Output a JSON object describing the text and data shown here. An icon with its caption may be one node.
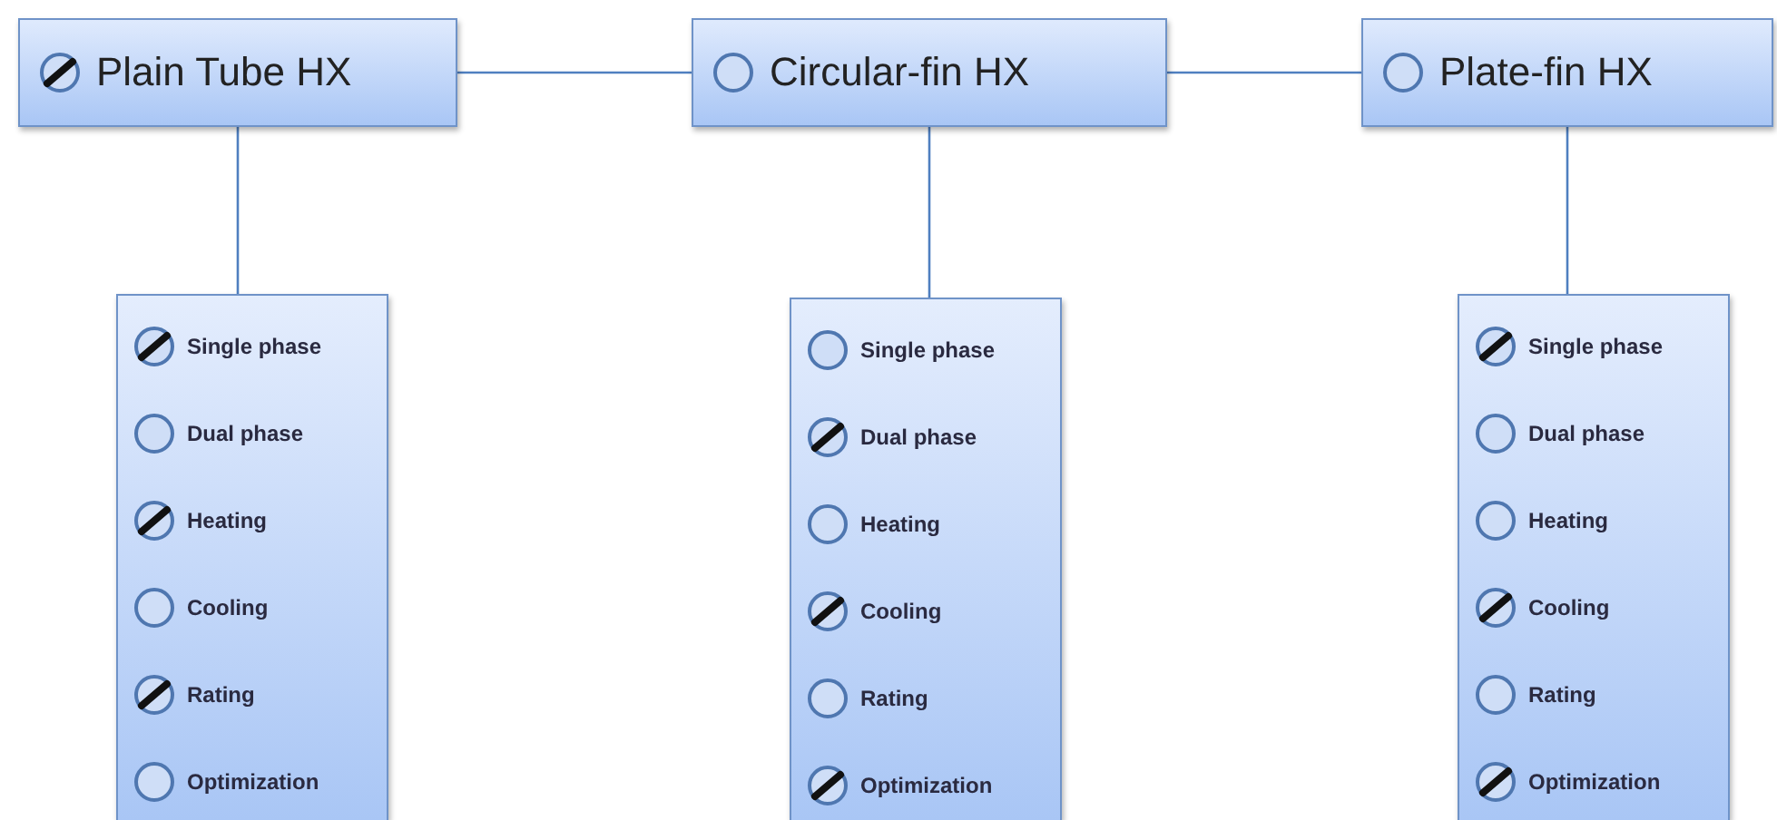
{
  "diagram": {
    "nodes": [
      {
        "text": [
          "Plain Tube HX"
        ]
      },
      {
        "text": [
          "Circular-fin HX"
        ]
      },
      {
        "text": [
          "Plate-fin HX"
        ]
      },
      {
        "text": [],
        "shape": "box"
      },
      {
        "text": [
          "Single phase"
        ],
        "in": 3
      },
      {
        "text": [
          "Dual phase"
        ],
        "in": 3
      },
      {
        "text": [
          "Heating"
        ],
        "in": 3
      },
      {
        "text": [
          "Cooling"
        ],
        "in": 3
      },
      {
        "text": [
          "Rating"
        ],
        "in": 3
      },
      {
        "text": [
          "Optimization"
        ],
        "in": 3
      },
      {
        "text": [],
        "shape": "box"
      },
      {
        "text": [
          "Single phase"
        ],
        "in": 10
      },
      {
        "text": [
          "Dual phase"
        ],
        "in": 10
      },
      {
        "text": [
          "Heating"
        ],
        "in": 10
      },
      {
        "text": [
          "Cooling"
        ],
        "in": 10
      },
      {
        "text": [
          "Rating"
        ],
        "in": 10
      },
      {
        "text": [
          "Optimization"
        ],
        "in": 10
      },
      {
        "text": [],
        "shape": "box"
      },
      {
        "text": [
          "Single phase"
        ],
        "in": 17
      },
      {
        "text": [
          "Dual phase"
        ],
        "in": 17
      },
      {
        "text": [
          "Heating"
        ],
        "in": 17
      },
      {
        "text": [
          "Cooling"
        ],
        "in": 17
      },
      {
        "text": [
          "Rating"
        ],
        "in": 17
      },
      {
        "text": [
          "Optimization"
        ],
        "in": 17
      }
    ],
    "edges": [
      {
        "from": 0,
        "to": 1,
        "arrow": "none"
      },
      {
        "from": 1,
        "to": 2,
        "arrow": "none"
      },
      {
        "from": 0,
        "to": 3,
        "arrow": "none"
      },
      {
        "from": 1,
        "to": 10,
        "arrow": "none"
      },
      {
        "from": 2,
        "to": 17,
        "arrow": "none"
      }
    ]
  }
}
